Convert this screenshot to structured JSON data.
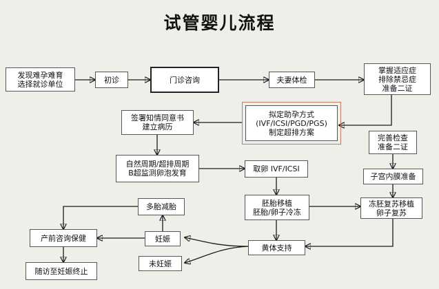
{
  "title": "试管婴儿流程",
  "nodes": {
    "discover": [
      "发现难孕难育",
      "选择就诊单位"
    ],
    "first_visit": [
      "初诊"
    ],
    "outpatient": [
      "门诊咨询"
    ],
    "couple_check": [
      "夫妻体检"
    ],
    "indications": [
      "掌握适应症",
      "排除禁忌症",
      "准备二证"
    ],
    "plan": [
      "拟定助孕方式",
      "(IVF/ICSI/PGD/PGS)",
      "制定超排方案"
    ],
    "consent": [
      "签署知情同意书",
      "建立病历"
    ],
    "improve_check": [
      "完善检查",
      "准备二证"
    ],
    "cycle": [
      "自然周期/超排周期",
      "B超监测卵泡发育"
    ],
    "egg_retrieval": [
      "取卵 IVF/ICSI"
    ],
    "endometrium": [
      "子宫内膜准备"
    ],
    "multi_reduction": [
      "多胎减胎"
    ],
    "embryo_transfer": [
      "胚胎移植",
      "胚胎/卵子冷冻"
    ],
    "frozen_transfer": [
      "冻胚复苏移植",
      "卵子复苏"
    ],
    "prenatal": [
      "产前咨询保健"
    ],
    "pregnant": [
      "妊娠"
    ],
    "luteal": [
      "黄体支持"
    ],
    "not_pregnant": [
      "未妊娠"
    ],
    "followup": [
      "随访至妊娠终止"
    ]
  },
  "colors": {
    "background": "#efefe9",
    "box_fill": "#ffffff",
    "highlight": "#c9776b"
  }
}
